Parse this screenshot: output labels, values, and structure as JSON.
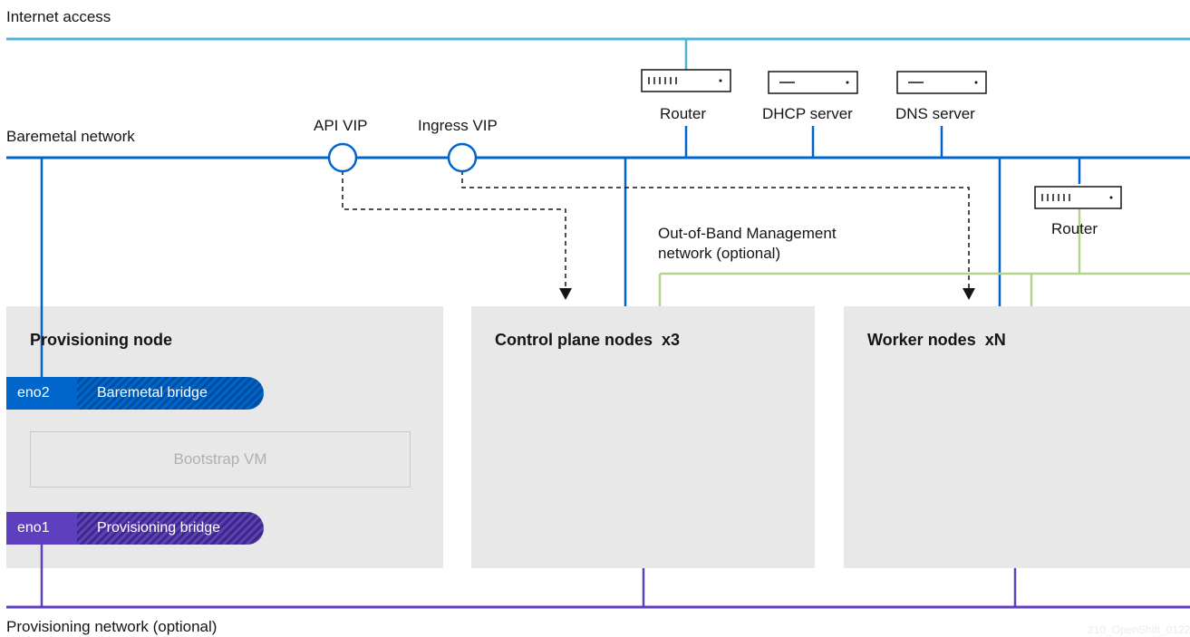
{
  "networks": {
    "internet": "Internet access",
    "baremetal": "Baremetal network",
    "oob": "Out-of-Band Management network (optional)",
    "oob_line1": "Out-of-Band Management",
    "oob_line2": "network (optional)",
    "provisioning": "Provisioning network (optional)"
  },
  "devices": {
    "router_top": "Router",
    "dhcp": "DHCP server",
    "dns": "DNS server",
    "router_oob": "Router"
  },
  "vips": {
    "api": "API VIP",
    "ingress": "Ingress VIP"
  },
  "nodes": {
    "provisioning": "Provisioning node",
    "control_plane": "Control plane nodes  x3",
    "worker": "Worker nodes  xN"
  },
  "interfaces": {
    "eno2": "eno2",
    "baremetal_bridge": "Baremetal bridge",
    "eno1": "eno1",
    "provisioning_bridge": "Provisioning bridge"
  },
  "bootstrap_vm": "Bootstrap VM",
  "watermark": "210_OpenShift_0122",
  "colors": {
    "internet": "#4db3d7",
    "baremetal": "#0066cc",
    "oob": "#b5d38a",
    "provisioning": "#5e40be",
    "node_bg": "#e8e8e8"
  }
}
